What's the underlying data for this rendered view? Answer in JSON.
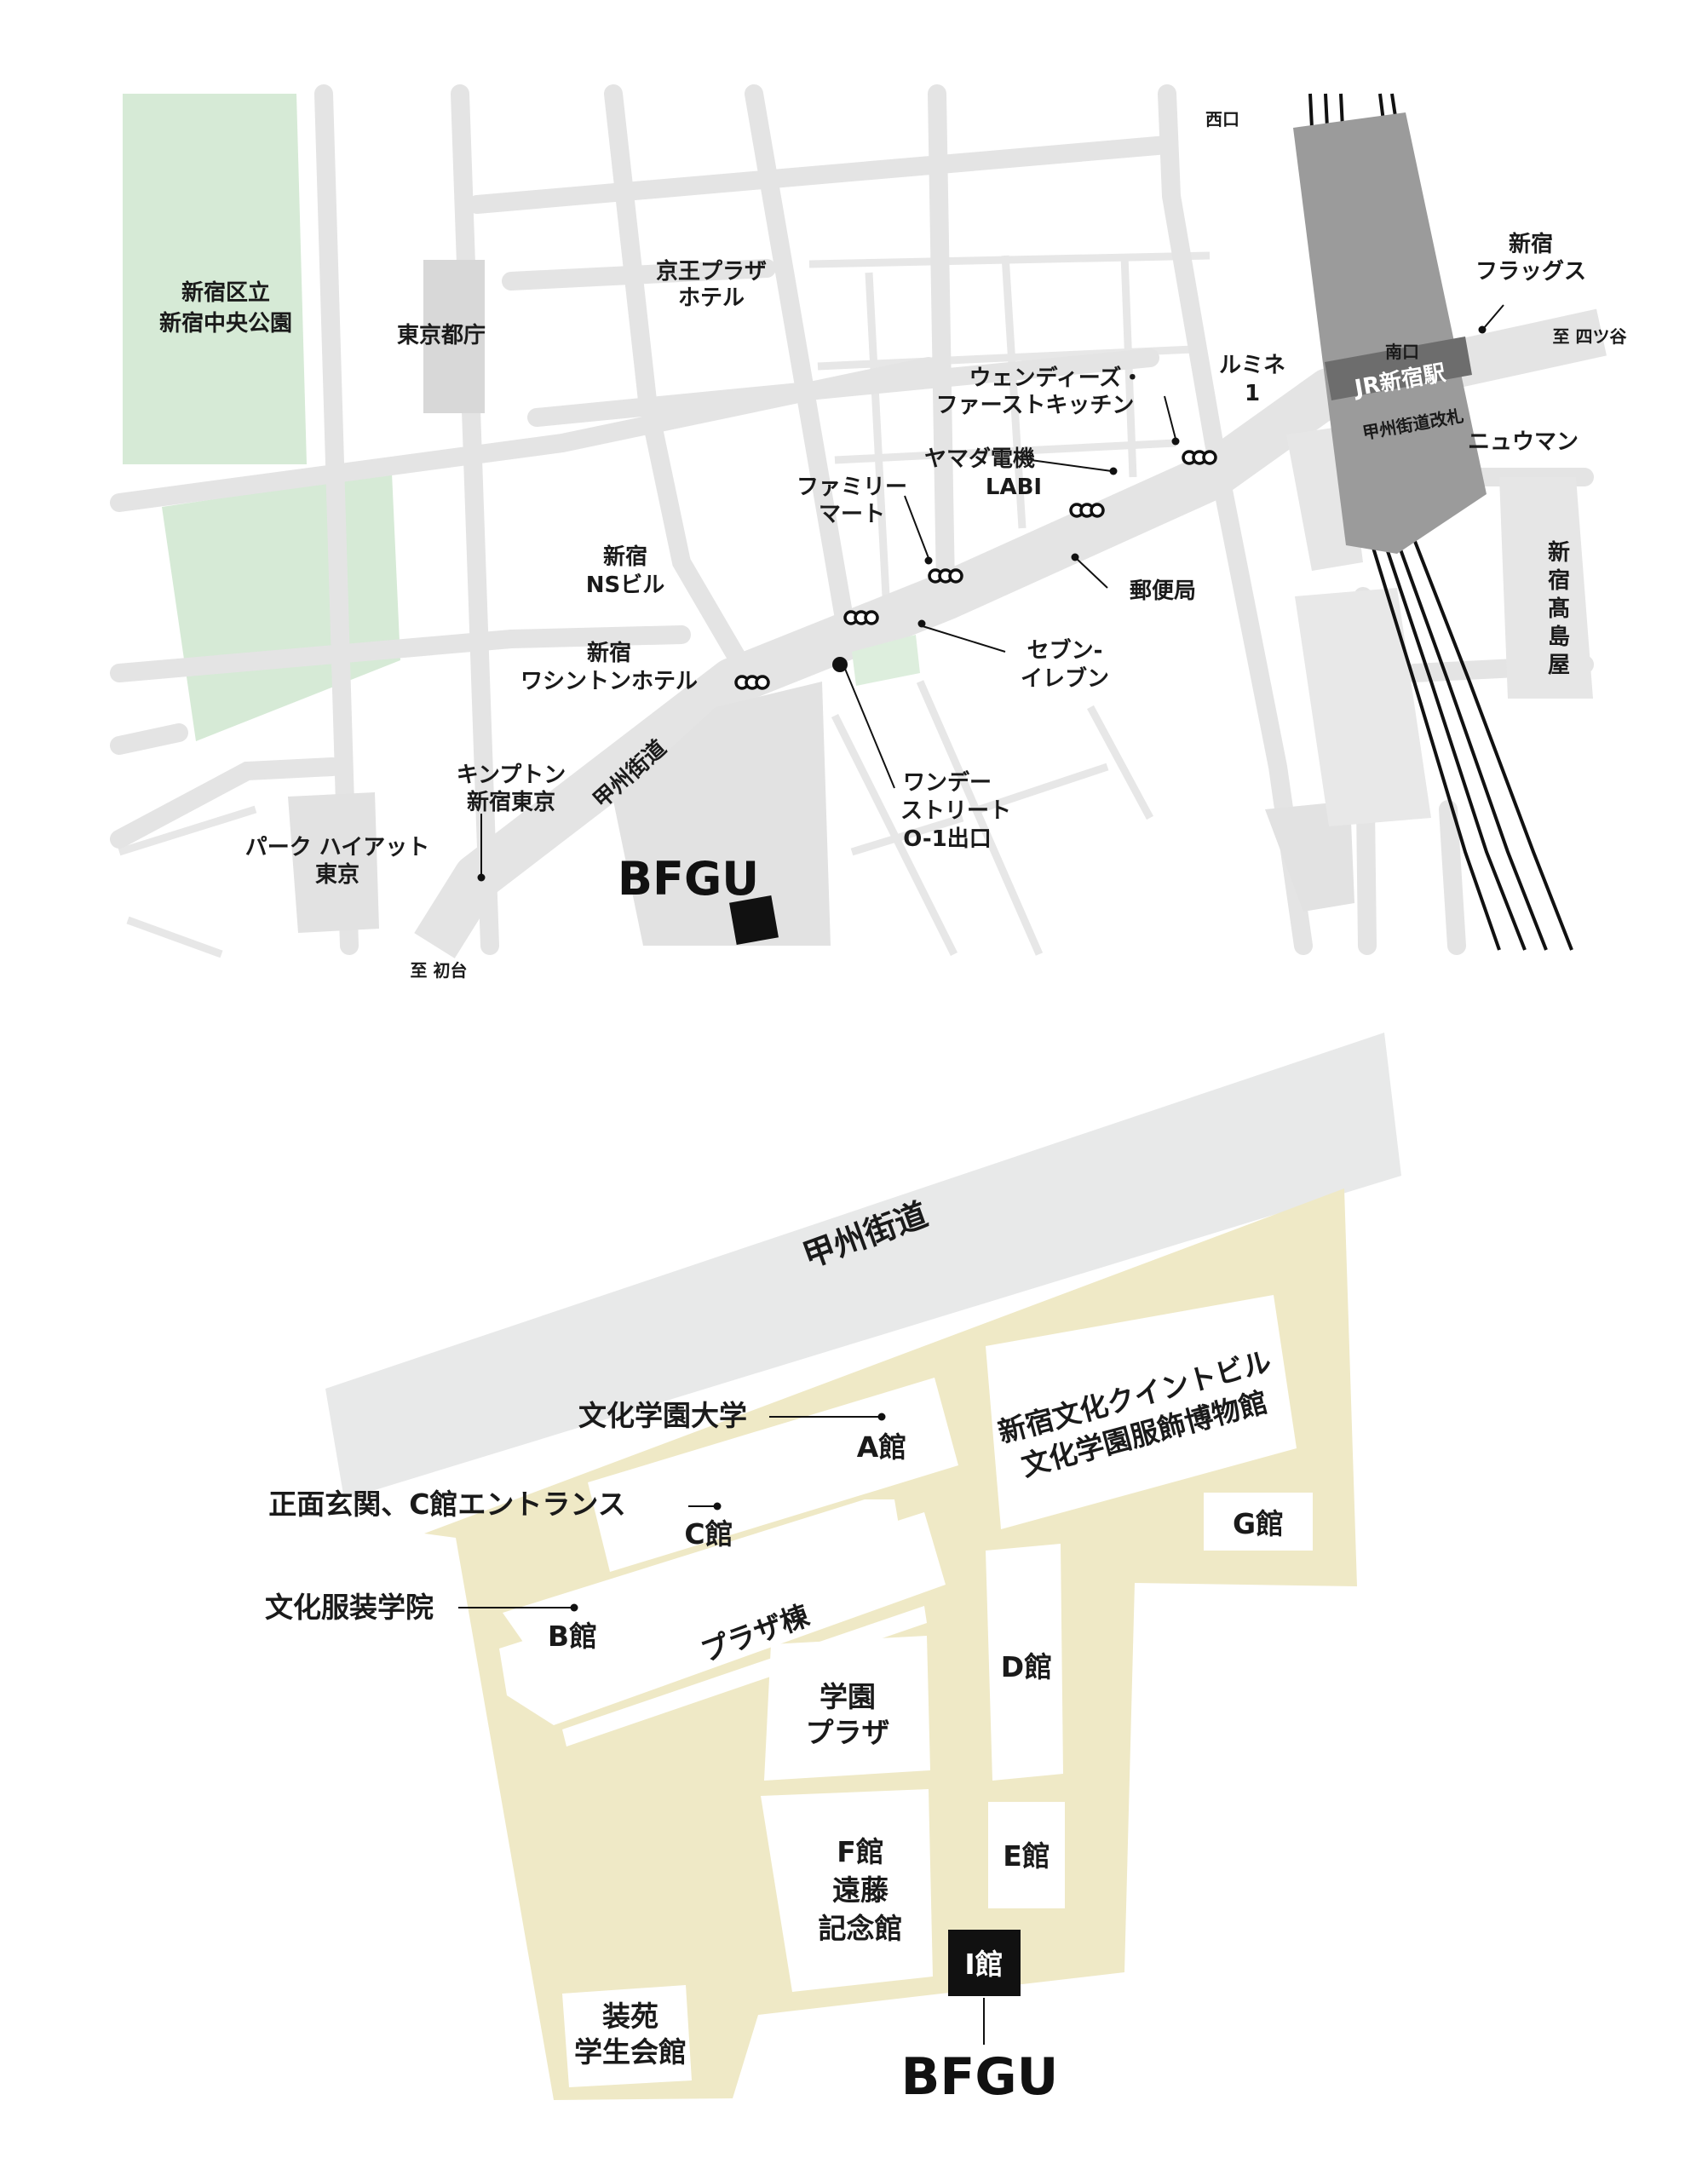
{
  "area_map": {
    "labels": {
      "park": [
        "新宿区立",
        "新宿中央公園"
      ],
      "tocho": "東京都庁",
      "keio_plaza": [
        "京王プラザ",
        "ホテル"
      ],
      "ns_building": [
        "新宿",
        "NSビル"
      ],
      "washington": [
        "新宿",
        "ワシントンホテル"
      ],
      "kimpton": [
        "キンプトン",
        "新宿東京"
      ],
      "park_hyatt": [
        "パーク ハイアット",
        "東京"
      ],
      "koshu_road": "甲州街道",
      "to_hatsudai": "至 初台",
      "family_mart": [
        "ファミリー",
        "マート"
      ],
      "yamada": [
        "ヤマダ電機",
        "LABI"
      ],
      "wendys": [
        "ウェンディーズ・",
        "ファーストキッチン"
      ],
      "lumine": [
        "ルミネ",
        "1"
      ],
      "post_office": "郵便局",
      "seven": [
        "セブン-",
        "イレブン"
      ],
      "wonder_street": [
        "ワンデー",
        "ストリート",
        "O-1出口"
      ],
      "nishiguchi": "西口",
      "flags": [
        "新宿",
        "フラッグス"
      ],
      "to_yotsuya": "至 四ツ谷",
      "minamiguchi": "南口",
      "jr_station": "JR新宿駅",
      "koshu_gate": "甲州街道改札",
      "newoman": "ニュウマン",
      "takashimaya": [
        "新",
        "宿",
        "髙",
        "島",
        "屋"
      ],
      "logo": "BFGU"
    },
    "colors": {
      "park": "#d6ead6",
      "road": "#e6e6e6",
      "station": "#9b9b9b",
      "rail": "#111111"
    }
  },
  "campus_map": {
    "labels": {
      "koshu_road": "甲州街道",
      "bunka_univ": "文化学園大学",
      "main_entrance": "正面玄関、C館エントランス",
      "bunka_fukuso": "文化服装学院",
      "bldg_a": "A館",
      "bldg_c": "C館",
      "bldg_b": "B館",
      "plaza_bldg": "プラザ棟",
      "quint_museum": [
        "新宿文化クイントビル",
        "文化学園服飾博物館"
      ],
      "bldg_g": "G館",
      "bldg_d": "D館",
      "gakuen_plaza": [
        "学園",
        "プラザ"
      ],
      "bldg_f": [
        "F館",
        "遠藤",
        "記念館"
      ],
      "bldg_e": "E館",
      "bldg_i": "I館",
      "soen_hall": [
        "装苑",
        "学生会館"
      ],
      "logo": "BFGU"
    },
    "colors": {
      "campus": "#efe9c6",
      "road": "#e8e9e9",
      "building": "#ffffff",
      "highlight": "#111111"
    }
  }
}
